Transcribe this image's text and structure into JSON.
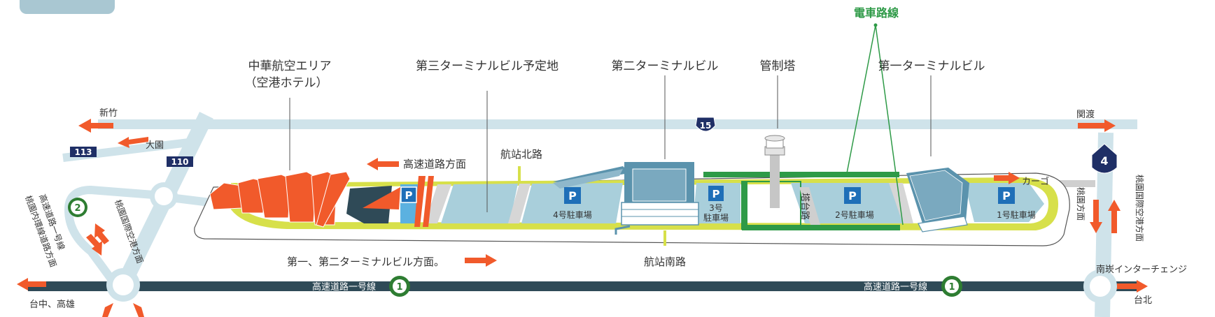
{
  "colors": {
    "road_light": "#cfe3ea",
    "road_dark": "#2f4a57",
    "terminal_blue": "#5b93ad",
    "parking_bg": "#a9cfdb",
    "accent_orange": "#f15a2b",
    "loop_yellow": "#d7e04a",
    "rail_green": "#2e9a47",
    "parking_sign": "#1e6fb8",
    "badge_navy": "#1f2f66",
    "badge_green": "#2e7d32"
  },
  "labels": {
    "china_airlines_area": "中華航空エリア",
    "airport_hotel": "（空港ホテル）",
    "terminal3_site": "第三ターミナルビル予定地",
    "terminal2": "第二ターミナルビル",
    "control_tower": "管制塔",
    "terminal1": "第一ターミナルビル",
    "rail_line": "電車路線",
    "hsinchu": "新竹",
    "dayuan": "大園",
    "guandu": "関渡",
    "toward_expressway": "高速道路方面",
    "north_road": "航站北路",
    "south_road": "航站南路",
    "toward_t1_t2": "第一、第二ターミナルビル方面。",
    "cargo": "カーゴ",
    "tower_road": "塔台路",
    "toward_airport_left": "桃園国際空港方面",
    "toward_airport_right": "桃園国際空港方面",
    "toward_taoyuan": "桃園方面",
    "left_vertical": "桃園内環線道路方面",
    "expressway_no1_vertical": "高速道路一号線",
    "expressway_no1": "高速道路一号線",
    "taichung_kaohsiung": "台中、高雄",
    "nankan_ic": "南崁インターチェンジ",
    "taipei": "台北"
  },
  "parking": {
    "sign": "P",
    "p4": "4号駐車場",
    "p3_a": "3号",
    "p3_b": "駐車場",
    "p2": "2号駐車場",
    "p1": "1号駐車場"
  },
  "routes": {
    "r113": "113",
    "r110": "110",
    "r15": "15",
    "r4": "4",
    "r2": "2",
    "r1": "1"
  }
}
